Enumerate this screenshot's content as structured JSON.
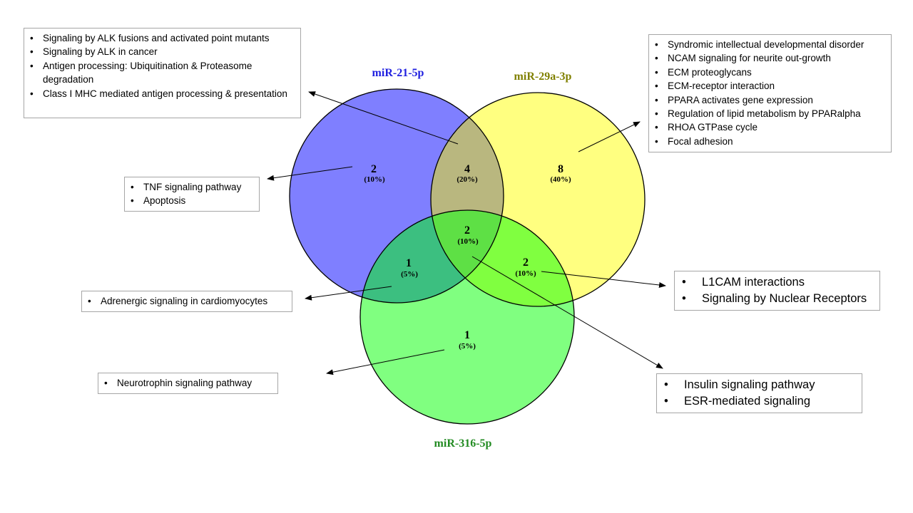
{
  "sets": [
    {
      "name": "miR-21-5p",
      "color": "#2020e0"
    },
    {
      "name": "miR-29a-3p",
      "color": "#808000"
    },
    {
      "name": "miR-316-5p",
      "color": "#228b22"
    }
  ],
  "regions": {
    "only_21": {
      "count": "2",
      "pct": "(10%)"
    },
    "21_29": {
      "count": "4",
      "pct": "(20%)"
    },
    "only_29": {
      "count": "8",
      "pct": "(40%)"
    },
    "all_three": {
      "count": "2",
      "pct": "(10%)"
    },
    "21_316": {
      "count": "1",
      "pct": "(5%)"
    },
    "29_316": {
      "count": "2",
      "pct": "(10%)"
    },
    "only_316": {
      "count": "1",
      "pct": "(5%)"
    }
  },
  "boxes": {
    "alk": [
      "Signaling by ALK fusions and activated point mutants",
      "Signaling by ALK in cancer",
      "Antigen processing: Ubiquitination & Proteasome degradation",
      "Class I MHC mediated antigen processing & presentation"
    ],
    "syndromic": [
      "Syndromic  intellectual developmental disorder",
      "NCAM signaling for neurite out-growth",
      "ECM proteoglycans",
      "ECM-receptor interaction",
      "PPARA activates gene expression",
      "Regulation of lipid metabolism by PPARalpha",
      "RHOA GTPase cycle",
      "Focal adhesion"
    ],
    "tnf": [
      "TNF signaling pathway",
      "Apoptosis"
    ],
    "adrenergic": [
      "Adrenergic signaling in cardiomyocytes"
    ],
    "neurotrophin": [
      "Neurotrophin  signaling pathway"
    ],
    "l1cam": [
      "L1CAM interactions",
      "Signaling by Nuclear Receptors"
    ],
    "insulin": [
      "Insulin signaling pathway",
      "ESR-mediated signaling"
    ]
  },
  "colors": {
    "circle_21": "#7f7fff",
    "circle_29": "#ffff80",
    "circle_316": "#80ff80",
    "overlap_21_29": "#b9b77f",
    "overlap_21_316": "#3cbf80",
    "overlap_29_316": "#80ff40",
    "overlap_all": "#5ee045"
  }
}
